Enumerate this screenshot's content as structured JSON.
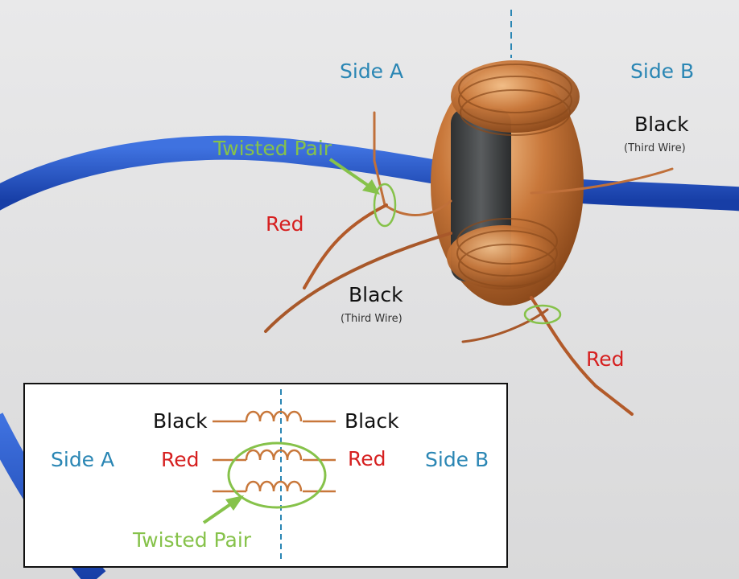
{
  "photo": {
    "side_a": "Side A",
    "side_b": "Side B",
    "twisted_pair": "Twisted Pair",
    "red_left": "Red",
    "red_right": "Red",
    "black_left": "Black",
    "black_left_note": "(Third Wire)",
    "black_right": "Black",
    "black_right_note": "(Third Wire)"
  },
  "diagram": {
    "side_a": "Side A",
    "side_b": "Side B",
    "black_left": "Black",
    "black_right": "Black",
    "red_left": "Red",
    "red_right": "Red",
    "twisted_pair": "Twisted Pair"
  },
  "colors": {
    "label_blue": "#2a86b4",
    "label_red": "#d62020",
    "label_green": "#86c24a",
    "copper": "#c8773a",
    "coil_wire": "#d28a45",
    "cable_blue": "#1f4fc4",
    "ferrite_core": "#3a3c3d"
  }
}
